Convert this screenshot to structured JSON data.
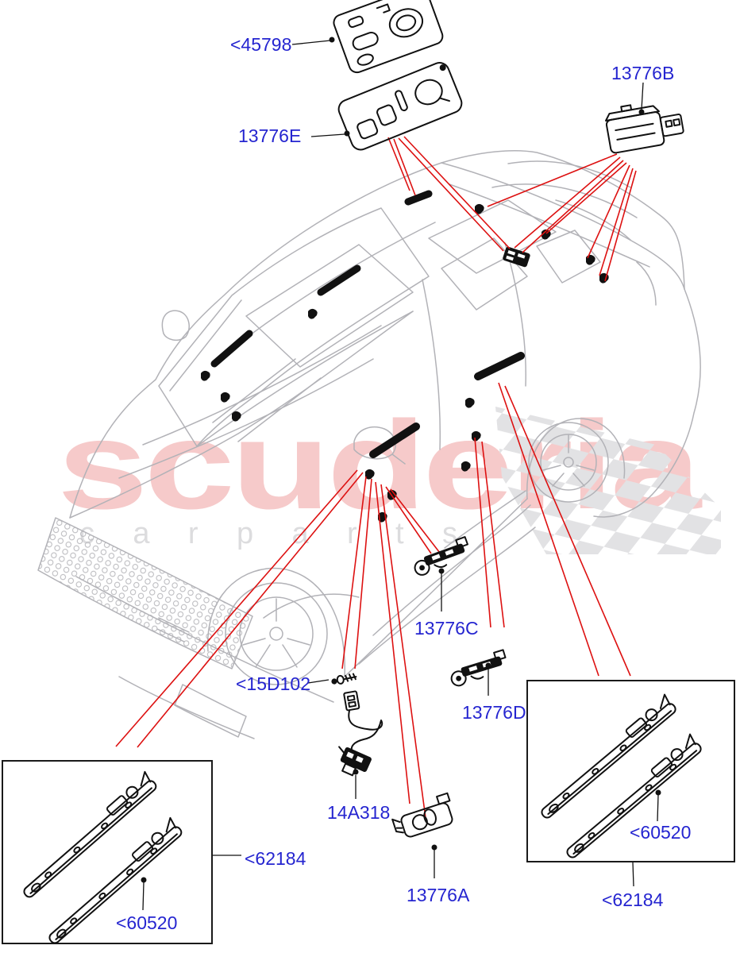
{
  "watermark": {
    "brand": "scuderia",
    "subtext": "carparts"
  },
  "colors": {
    "label_blue": "#2525d0",
    "leader_red": "#dd1111",
    "sketch_gray": "#b2b2b7",
    "part_black": "#111111",
    "watermark_pink": "#f6caca",
    "checker_gray": "#e2e2e4",
    "background": "#ffffff"
  },
  "labels": {
    "l45798": {
      "text": "<45798"
    },
    "l13776E": {
      "text": "13776E"
    },
    "l13776B": {
      "text": "13776B"
    },
    "l13776C": {
      "text": "13776C"
    },
    "l13776D": {
      "text": "13776D"
    },
    "l15D102": {
      "text": "<15D102"
    },
    "l14A318": {
      "text": "14A318"
    },
    "l13776A": {
      "text": "13776A"
    },
    "l60520_left": {
      "text": "<60520"
    },
    "l62184_left": {
      "text": "<62184"
    },
    "l60520_right": {
      "text": "<60520"
    },
    "l62184_right": {
      "text": "<62184"
    }
  }
}
